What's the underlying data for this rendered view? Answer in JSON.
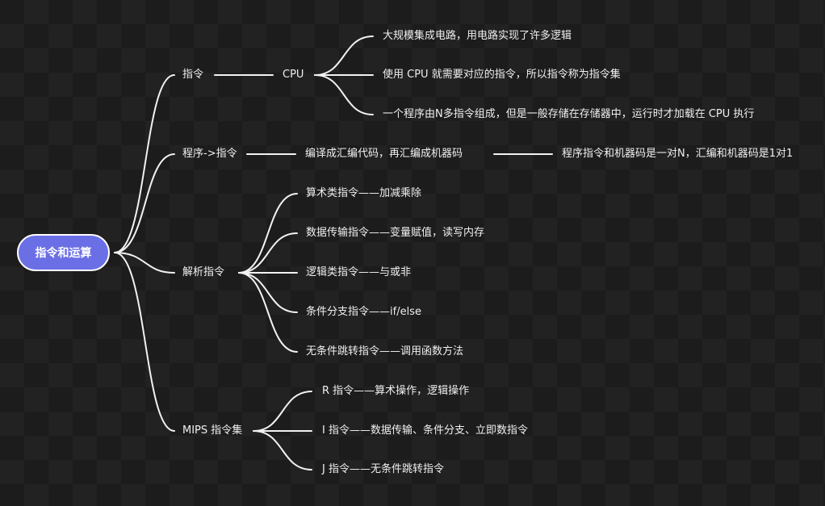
{
  "root": {
    "label": "指令和运算"
  },
  "branches": {
    "instruction": {
      "label": "指令",
      "cpu": "CPU",
      "children": [
        "大规模集成电路，用电路实现了许多逻辑",
        "使用 CPU 就需要对应的指令，所以指令称为指令集",
        "一个程序由N多指令组成，但是一般存储在存储器中，运行时才加载在 CPU 执行"
      ]
    },
    "program": {
      "label": "程序->指令",
      "step": "编译成汇编代码，再汇编成机器码",
      "result": "程序指令和机器码是一对N，汇编和机器码是1对1"
    },
    "parse": {
      "label": "解析指令",
      "children": [
        "算术类指令——加减乘除",
        "数据传输指令——变量赋值，读写内存",
        "逻辑类指令——与或非",
        "条件分支指令——if/else",
        "无条件跳转指令——调用函数方法"
      ]
    },
    "mips": {
      "label": "MIPS 指令集",
      "children": [
        "R 指令——算术操作，逻辑操作",
        "I 指令——数据传输、条件分支、立即数指令",
        "J 指令——无条件跳转指令"
      ]
    }
  }
}
